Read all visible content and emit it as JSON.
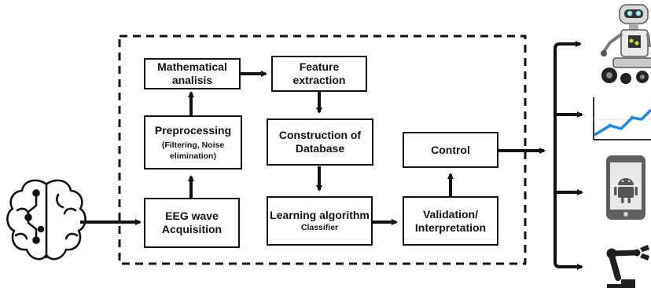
{
  "diagram": {
    "boxes": {
      "math": "Mathematical analisis",
      "feature": "Feature extraction",
      "preprocessing": "Preprocessing",
      "preprocessing_sub": "(Filtering, Noise elimination)",
      "database": "Construction of Database",
      "control": "Control",
      "eeg": "EEG wave Acquisition",
      "learning": "Learning algorithm",
      "learning_sub": "Classifier",
      "validation": "Validation/ Interpretation"
    },
    "icons": [
      "brain-icon",
      "robot-icon",
      "line-chart-icon",
      "android-phone-icon",
      "robotic-arm-icon"
    ],
    "colors": {
      "stroke": "#111111",
      "chart_line": "#1e88e5"
    }
  }
}
